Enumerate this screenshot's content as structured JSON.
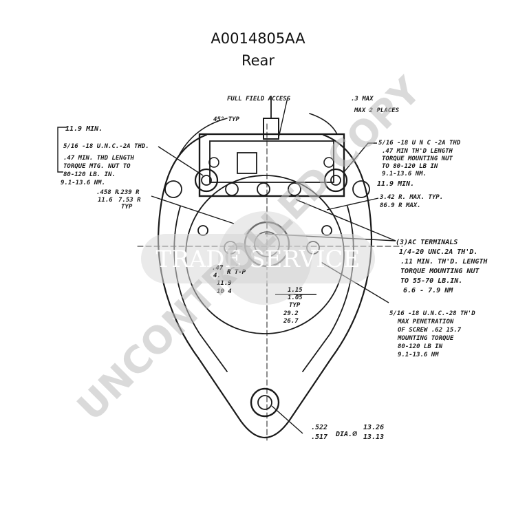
{
  "header": {
    "part_number": "A0014805AA",
    "view": "Rear"
  },
  "watermark": {
    "main": "UNCONTROLLED COPY",
    "badge": "TRADE SERVICE",
    "color": "#bdbdbd"
  },
  "callouts": {
    "full_field": "FULL FIELD ACCESS",
    "max": ".3 MAX",
    "max_places": "MAX 2 PLACES",
    "deg45": "45° TYP",
    "min_left": "11.9 MIN.",
    "thd_left_1": "5/16 -18 U.N.C.-2A THD.",
    "thd_left_2": ".47 MIN. THD LENGTH",
    "thd_left_3": "TORQUE MTG. NUT TO",
    "thd_left_4": "80-120 LB. IN.",
    "thd_left_5": "9.1-13.6 NM.",
    "radius": ".458 R",
    "radius2": "11.6",
    "radius3": ".239 R",
    "radius4": "7.53 R",
    "radius_typ": "TYP",
    "thd_right_1": "5/16 -18 U N C -2A THD",
    "thd_right_2": ".47 MIN TH'D LENGTH",
    "thd_right_3": "TORQUE MOUNTING NUT",
    "thd_right_4": "TO 80-120 LB IN",
    "thd_right_5": "9.1-13.6 NM.",
    "min_right": "11.9 MIN.",
    "rmax_1": "3.42 R. MAX. TYP.",
    "rmax_2": "86.9 R MAX.",
    "ac_1": "(3)AC TERMINALS",
    "ac_2": "1/4-20 UNC.2A TH'D.",
    "ac_3": ".11 MIN. TH'D. LENGTH",
    "ac_4": "TORQUE MOUNTING NUT",
    "ac_5": "TO 55-70 LB.IN.",
    "ac_6": "6.6 - 7.9 NM",
    "dim_47": ".47",
    "dim_47b": "4.",
    "dim_rtp": "R T-P",
    "dim_119": "11.9",
    "dim_104": "10 4",
    "dim_115": "1.15",
    "dim_105": "1.05",
    "dim_typ": "TYP",
    "dim_292": "29.2",
    "dim_267": "26.7",
    "scr_1": "5/16 -18 U.N.C.-28 TH'D",
    "scr_2": "MAX PENETRATION",
    "scr_3": "OF SCREW .62 15.7",
    "scr_4": "MOUNTING TORQUE",
    "scr_5": "80-120 LB IN",
    "scr_6": "9.1-13.6 NM",
    "dia_1": ".522",
    "dia_2": ".517",
    "dia_3": "DIA.",
    "dia_4": "13.26",
    "dia_5": "13.13"
  }
}
